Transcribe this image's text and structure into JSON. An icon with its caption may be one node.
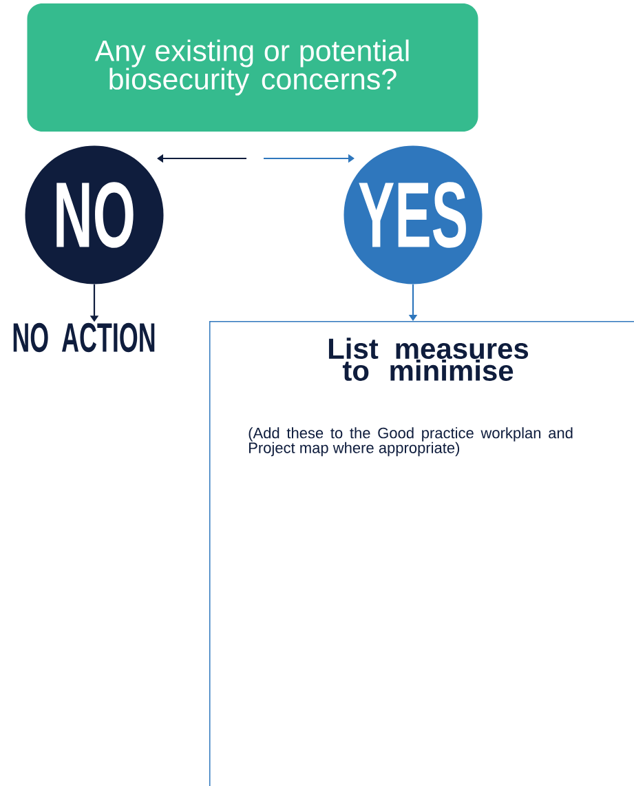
{
  "diagram": {
    "nodes": [
      {
        "text": [
          "Any existing or potential biosecurity concerns?"
        ]
      },
      {
        "text": [
          "NO"
        ]
      },
      {
        "text": [
          "YES"
        ]
      },
      {
        "text": [
          "NO ACTION"
        ]
      },
      {
        "text": [
          "List measures to minimise",
          "(Add these to the Good practice workplan and Project map where appropriate)"
        ]
      }
    ],
    "edges": [
      {
        "from": null,
        "to": 1,
        "arrow": "to",
        "color": "#0f1d3d"
      },
      {
        "from": null,
        "to": 2,
        "arrow": "to",
        "color": "#2f77bd"
      },
      {
        "from": 1,
        "to": 3,
        "arrow": "to",
        "color": "#0f1d3d"
      },
      {
        "from": 2,
        "to": 4,
        "arrow": "to",
        "color": "#2f77bd"
      }
    ]
  }
}
